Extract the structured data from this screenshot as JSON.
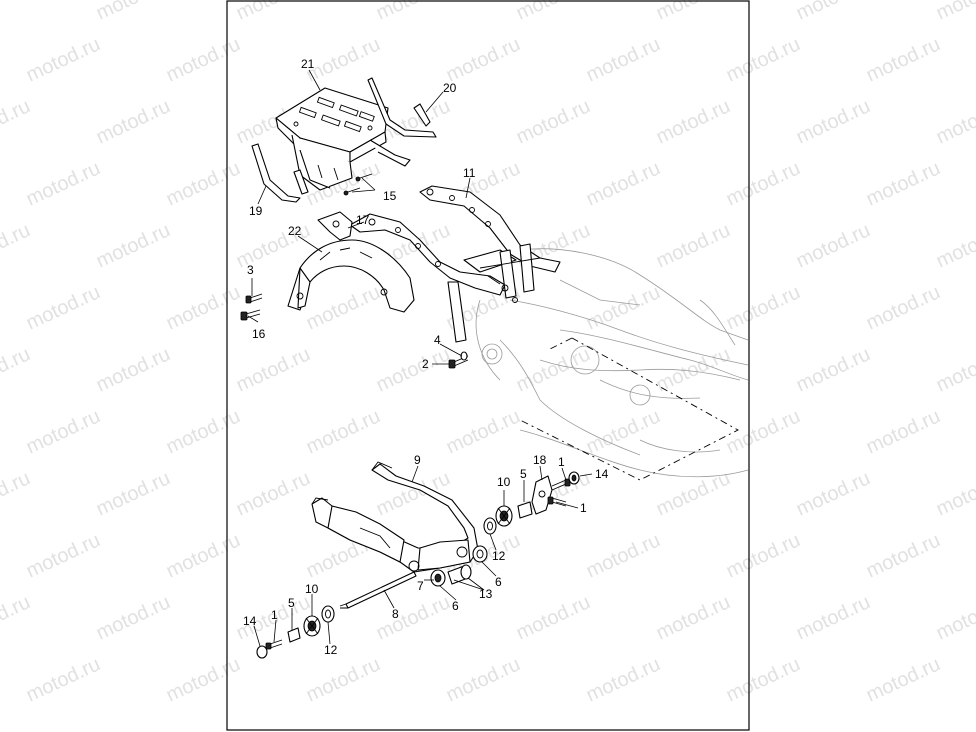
{
  "watermark": {
    "text": "motod.ru",
    "color": "#c9c9c9"
  },
  "callouts": [
    {
      "id": "c21",
      "text": "21"
    },
    {
      "id": "c20",
      "text": "20"
    },
    {
      "id": "c11",
      "text": "11"
    },
    {
      "id": "c15",
      "text": "15"
    },
    {
      "id": "c19",
      "text": "19"
    },
    {
      "id": "c17",
      "text": "17"
    },
    {
      "id": "c22",
      "text": "22"
    },
    {
      "id": "c3",
      "text": "3"
    },
    {
      "id": "c16",
      "text": "16"
    },
    {
      "id": "c4",
      "text": "4"
    },
    {
      "id": "c2",
      "text": "2"
    },
    {
      "id": "c9",
      "text": "9"
    },
    {
      "id": "c18",
      "text": "18"
    },
    {
      "id": "c5a",
      "text": "5"
    },
    {
      "id": "c1a",
      "text": "1"
    },
    {
      "id": "c14a",
      "text": "14"
    },
    {
      "id": "c10a",
      "text": "10"
    },
    {
      "id": "c1b",
      "text": "1"
    },
    {
      "id": "c12a",
      "text": "12"
    },
    {
      "id": "c6a",
      "text": "6"
    },
    {
      "id": "c7",
      "text": "7"
    },
    {
      "id": "c13",
      "text": "13"
    },
    {
      "id": "c6b",
      "text": "6"
    },
    {
      "id": "c8",
      "text": "8"
    },
    {
      "id": "c10b",
      "text": "10"
    },
    {
      "id": "c5b",
      "text": "5"
    },
    {
      "id": "c1c",
      "text": "1"
    },
    {
      "id": "c14b",
      "text": "14"
    },
    {
      "id": "c12b",
      "text": "12"
    }
  ]
}
